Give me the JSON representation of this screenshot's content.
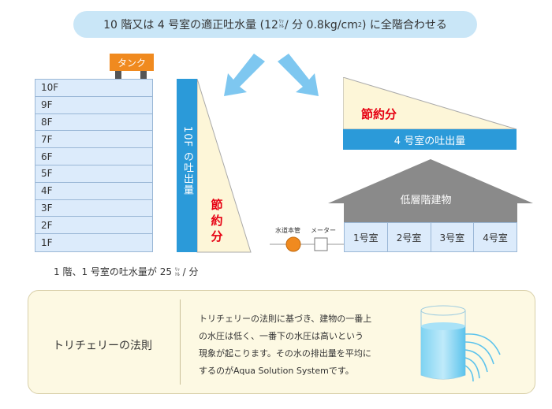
{
  "header": {
    "pre": "10 階又は 4 号室の適正吐水量 (12",
    "unit_top": "ﾘｯ",
    "unit_bottom": "ﾄﾙ",
    "post": " / 分 0.8kg/cm",
    "superscript": "2",
    "tail": ") に全階合わせる"
  },
  "tank_label": "タンク",
  "floors": [
    "10F",
    "9F",
    "8F",
    "7F",
    "6F",
    "5F",
    "4F",
    "3F",
    "2F",
    "1F"
  ],
  "left_caption": {
    "pre": "1 階、1 号室の吐水量が 25",
    "unit_top": "ﾘｯ",
    "unit_bottom": "ﾄﾙ",
    "post": " / 分"
  },
  "column_label": "10F の吐出量",
  "savings_label": "節約分",
  "savings_vertical": [
    "節",
    "約",
    "分"
  ],
  "bar_label": "4 号室の吐出量",
  "low_building": {
    "title": "低層階建物",
    "rooms": [
      "1号室",
      "2号室",
      "3号室",
      "4号室"
    ]
  },
  "pipe_labels": {
    "main_pipe": "水道本管",
    "meter": "メーター"
  },
  "panel": {
    "title": "トリチェリーの法則",
    "lines": [
      "トリチェリーの法則に基づき、建物の一番上",
      "の水圧は低く、一番下の水圧は高いという",
      "現象が起こります。その水の排出量を平均に",
      "するのがAqua Solution Systemです。"
    ]
  },
  "colors": {
    "blue": "#2b9ad9",
    "light_blue": "#c9e6f7",
    "triangle": "#fdf6d8",
    "orange": "#f08a1f",
    "red": "#e60012",
    "roof": "#8a8a8a",
    "panel_bg": "#fdf9e3"
  }
}
